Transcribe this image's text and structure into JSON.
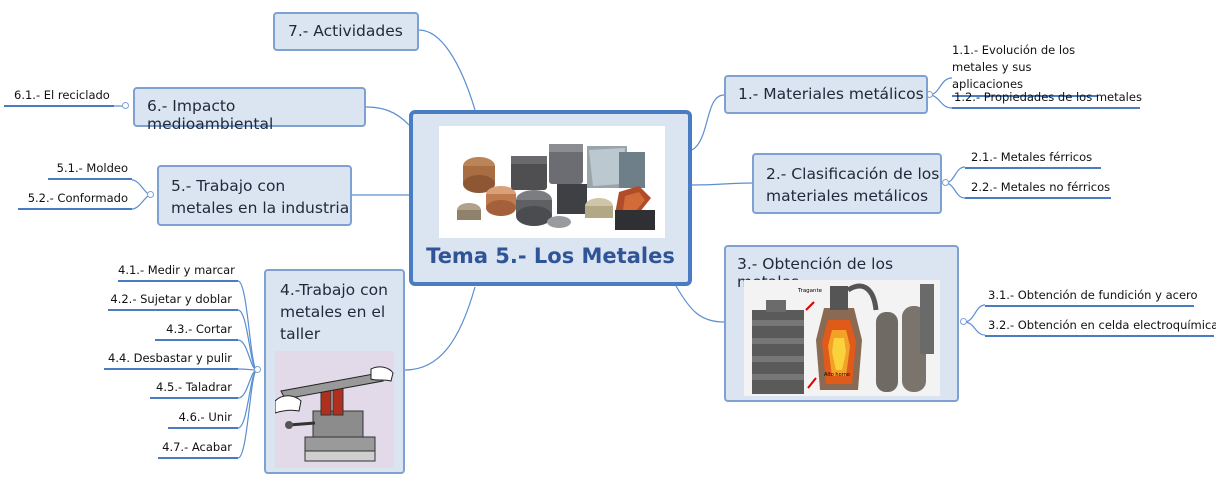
{
  "central": {
    "title": "Tema 5.- Los Metales",
    "image": "metal-samples-photo"
  },
  "topics": {
    "t1": {
      "label": "1.- Materiales metálicos"
    },
    "t2": {
      "label_line1": "2.- Clasificación de los",
      "label_line2": "materiales metálicos"
    },
    "t3": {
      "label": "3.- Obtención de los metales",
      "image": "blast-furnace-illustration",
      "image_text1": "Tragante",
      "image_text2": "Alto horno"
    },
    "t4": {
      "label_line1": "4.-Trabajo con",
      "label_line2": "metales en el",
      "label_line3": "taller",
      "image": "vise-filing-illustration"
    },
    "t5": {
      "label_line1": "5.- Trabajo con",
      "label_line2": "metales en la industria"
    },
    "t6": {
      "label": "6.- Impacto medioambiental"
    },
    "t7": {
      "label": "7.- Actividades"
    }
  },
  "subtopics": {
    "s11_line1": "1.1.- Evolución de los",
    "s11_line2": "metales y sus aplicaciones",
    "s12": "1.2.- Propiedades de los metales",
    "s21": "2.1.- Metales férricos",
    "s22": "2.2.- Metales no férricos",
    "s31": "3.1.- Obtención de fundición y acero",
    "s32": "3.2.- Obtención en celda electroquímica",
    "s41": "4.1.- Medir y marcar",
    "s42": "4.2.- Sujetar y doblar",
    "s43": "4.3.- Cortar",
    "s44": "4.4. Desbastar y pulir",
    "s45": "4.5.- Taladrar",
    "s46": "4.6.- Unir",
    "s47": "4.7.- Acabar",
    "s51": "5.1.- Moldeo",
    "s52": "5.2.- Conformado",
    "s61": "6.1.- El reciclado"
  },
  "colors": {
    "connector": "#5b8fd1",
    "topic_fill": "#dbe4f1",
    "topic_border": "#7ea1d2",
    "central_border": "#4a7cc4",
    "central_title": "#2f5597"
  }
}
